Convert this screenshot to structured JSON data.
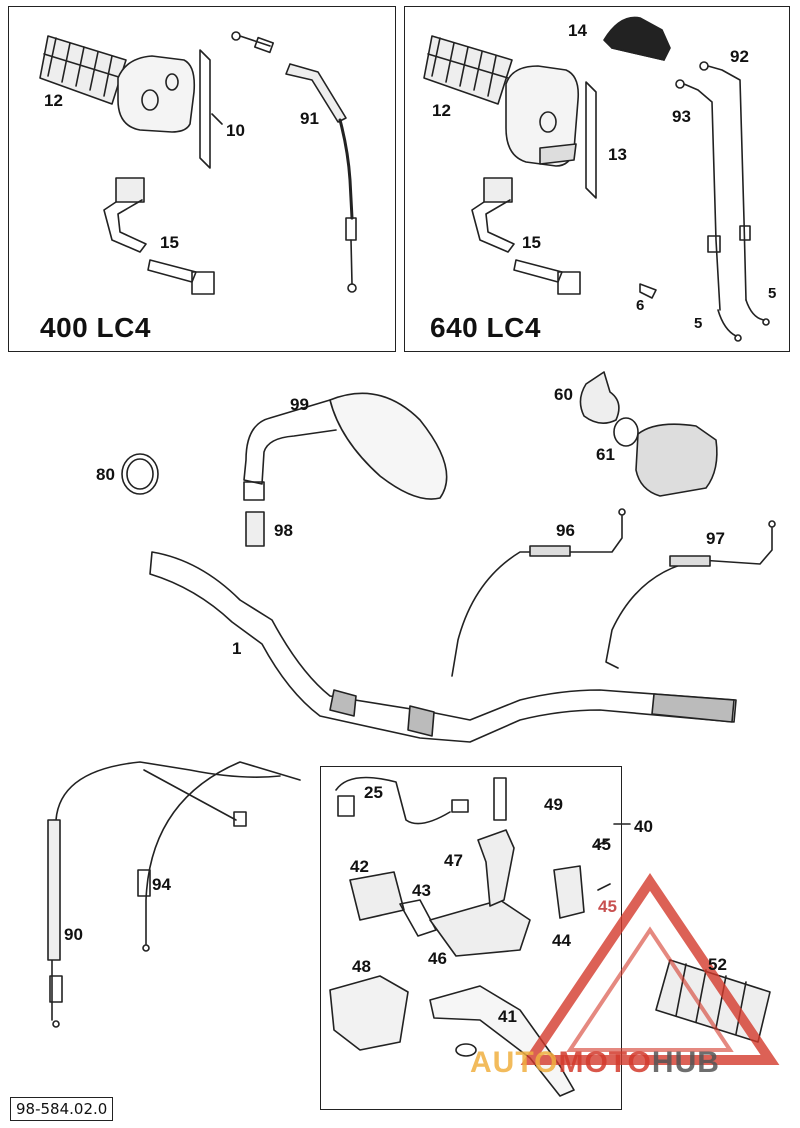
{
  "models": {
    "left": "400 LC4",
    "right": "640 LC4"
  },
  "callouts": {
    "c12a": "12",
    "c10": "10",
    "c91": "91",
    "c15a": "15",
    "c14": "14",
    "c92": "92",
    "c12b": "12",
    "c93": "93",
    "c13": "13",
    "c15b": "15",
    "c6": "6",
    "c5a": "5",
    "c5b": "5",
    "c99": "99",
    "c60": "60",
    "c61": "61",
    "c80": "80",
    "c98": "98",
    "c96": "96",
    "c97": "97",
    "c1": "1",
    "c40": "40",
    "c25": "25",
    "c49": "49",
    "c45a": "45",
    "c45b": "45",
    "c47": "47",
    "c42": "42",
    "c43": "43",
    "c44": "44",
    "c46": "46",
    "c48": "48",
    "c41": "41",
    "c52": "52",
    "c94": "94",
    "c90": "90"
  },
  "document_number": "98-584.02.0",
  "watermark": {
    "part1": "AUTO",
    "part2": "MOTO",
    "part3": "HUB"
  },
  "colors": {
    "line": "#222222",
    "watermark_red": "#d33a2c",
    "watermark_yellow": "#f0b040",
    "watermark_gray": "#555555"
  }
}
